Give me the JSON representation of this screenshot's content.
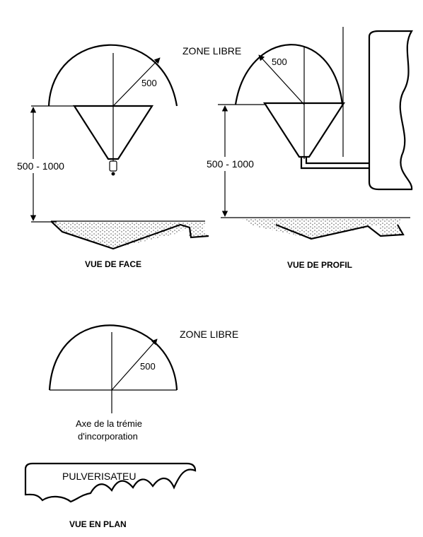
{
  "zone_label": "ZONE LIBRE",
  "radius_label": "500",
  "height_label": "500 - 1000",
  "views": {
    "face": "VUE DE FACE",
    "profil": "VUE DE PROFIL",
    "plan": "VUE EN PLAN"
  },
  "plan": {
    "axis_line1": "Axe de la trémie",
    "axis_line2": "d'incorporation",
    "sprayer": "PULVERISATEU"
  },
  "colors": {
    "ink": "#000000",
    "paper": "#ffffff"
  }
}
